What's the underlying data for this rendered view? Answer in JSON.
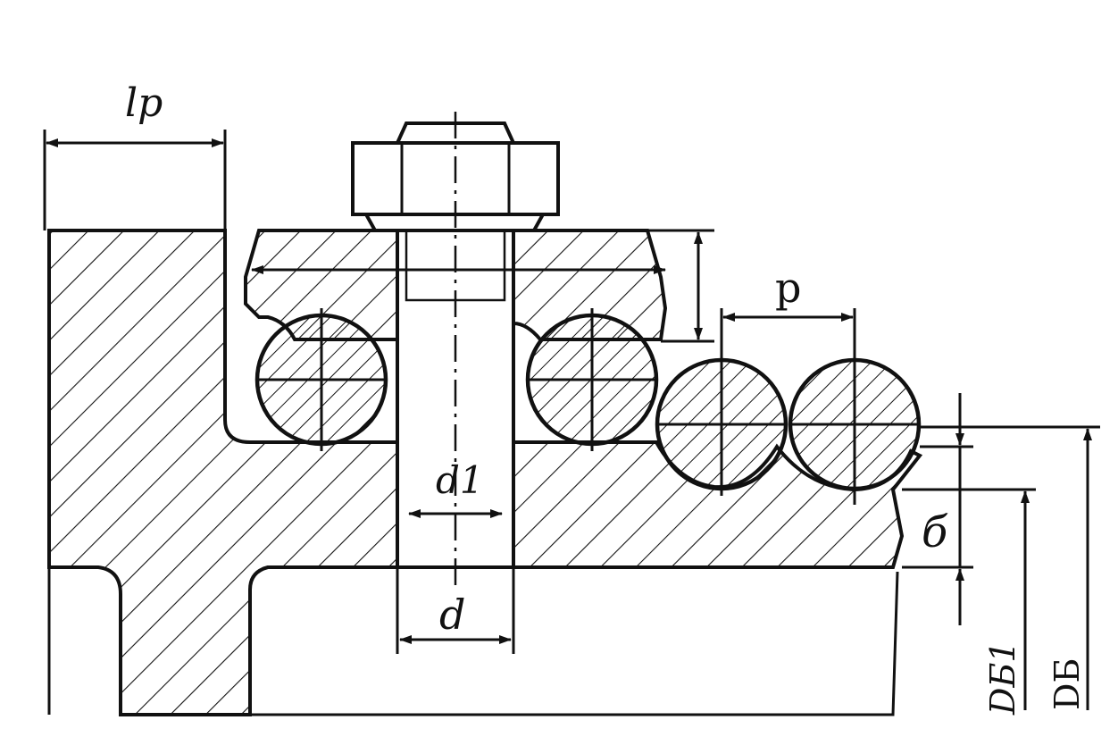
{
  "drawing": {
    "labels": {
      "lp": "lp",
      "p": "p",
      "d1": "d1",
      "d": "d",
      "delta": "б",
      "db1": "DБ1",
      "db": "DБ"
    },
    "colors": {
      "ink": "#111111",
      "background": "#ffffff"
    }
  }
}
